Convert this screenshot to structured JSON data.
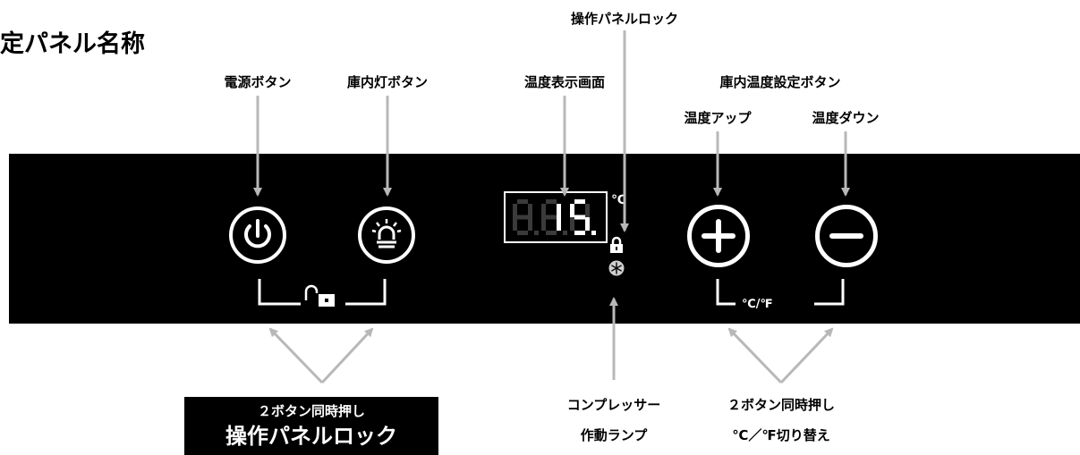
{
  "panel": {
    "celsius_symbol": "℃",
    "cf_label": "℃/℉"
  },
  "display": {
    "value": "15."
  },
  "labels": {
    "panel_names_title": "定パネル名称",
    "power_button": "電源ボタン",
    "light_button": "庫内灯ボタン",
    "temp_display": "温度表示画面",
    "panel_lock_top": "操作パネルロック",
    "temp_setting_buttons": "庫内温度設定ボタン",
    "temp_up": "温度アップ",
    "temp_down": "温度ダウン",
    "compressor_line1": "コンプレッサー",
    "compressor_line2": "作動ランプ",
    "two_button_left_line1": "２ボタン同時押し",
    "two_button_left_line2": "操作パネルロック",
    "two_button_right_line1": "２ボタン同時押し",
    "two_button_right_line2": "℃／℉切り替え"
  },
  "colors": {
    "panel_bg": "#000000",
    "page_bg": "#ffffff",
    "arrow": "#b8b8b8",
    "digit_on": "#ffffff",
    "digit_off": "#3a3a3a",
    "snowflake_bg": "#cfcfcf"
  }
}
